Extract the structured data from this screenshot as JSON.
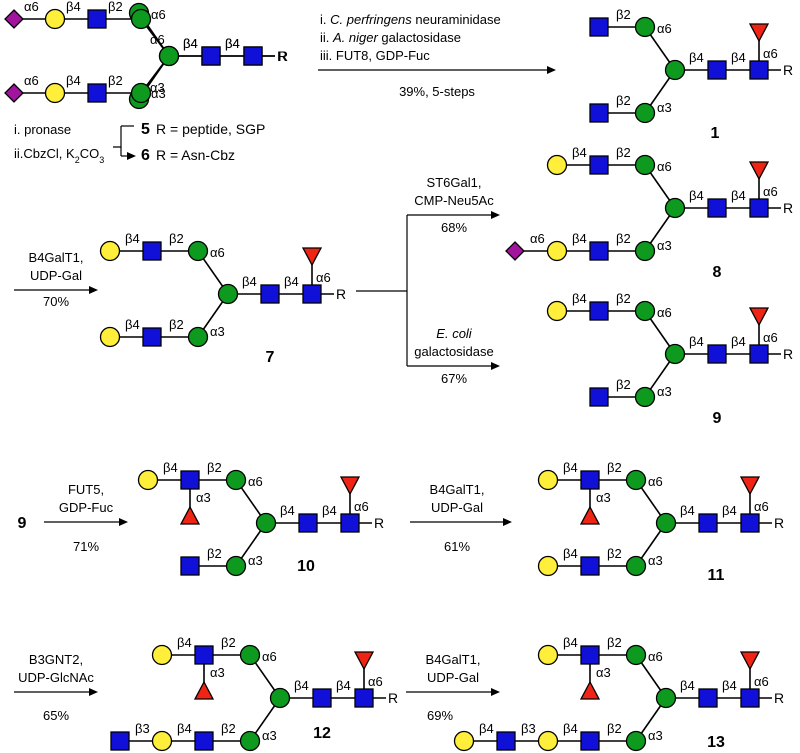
{
  "colors": {
    "GlcNAc": "#1010d8",
    "Gal": "#ffef3a",
    "Man": "#0e9a1e",
    "Fuc": "#ef2415",
    "Neu5Ac": "#a3149e",
    "ink": "#000000"
  },
  "symbols": {
    "GlcNAc": "blue-square",
    "Gal": "yellow-circle",
    "Man": "green-circle",
    "Fuc": "red-triangle",
    "Neu5Ac": "purple-diamond"
  },
  "links": {
    "a6": "α6",
    "a3": "α3",
    "b4": "β4",
    "b2": "β2",
    "b3": "β3"
  },
  "reducing_end": "R",
  "compounds": {
    "c1": "1",
    "c5": "5",
    "c6": "6",
    "c7": "7",
    "c8": "8",
    "c9": "9",
    "c10": "10",
    "c11": "11",
    "c12": "12",
    "c13": "13"
  },
  "r_defs": {
    "r5": "R = peptide, SGP",
    "r6": "R = Asn-Cbz"
  },
  "reagents": {
    "step1": [
      "i. ",
      "C. perfringens",
      " neuraminidase"
    ],
    "step1b": [
      "ii. ",
      "A. niger",
      " galactosidase"
    ],
    "step1c": "iii. FUT8, GDP-Fuc",
    "yield1": "39%, 5-steps",
    "pronase": "i. pronase",
    "cbz_a": "ii.CbzCl, K",
    "cbz_sub": "2",
    "cbz_b": "CO",
    "cbz_sub2": "3",
    "b4galt1": "B4GalT1,",
    "udpgal": "UDP-Gal",
    "y70": "70%",
    "st6": "ST6Gal1,",
    "cmp": "CMP-Neu5Ac",
    "y68": "68%",
    "ecoli": "E. coli",
    "galact": "galactosidase",
    "y67": "67%",
    "fut5": "FUT5,",
    "gdpfuc": "GDP-Fuc",
    "y71": "71%",
    "y61": "61%",
    "b3gnt2": "B3GNT2,",
    "udpglcnac": "UDP-GlcNAc",
    "y65": "65%",
    "y69": "69%"
  }
}
